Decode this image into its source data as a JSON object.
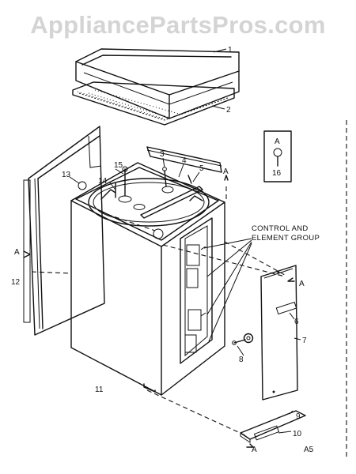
{
  "watermark": "AppliancePartsPros.com",
  "group_label": {
    "line1": "CONTROL AND",
    "line2": "ELEMENT GROUP"
  },
  "section_marker": "A",
  "page_ref": "A5",
  "callouts": {
    "c1": "1",
    "c2": "2",
    "c3": "3",
    "c4": "4",
    "c5": "5",
    "c6": "6",
    "c7": "7",
    "c8": "8",
    "c9": "9",
    "c10": "10",
    "c11": "11",
    "c12": "12",
    "c13": "13",
    "c14": "14",
    "c15": "15",
    "c16": "16"
  },
  "markers": {
    "a1": "A",
    "a2": "A",
    "a3": "A",
    "a4": "A",
    "a5": "A"
  }
}
